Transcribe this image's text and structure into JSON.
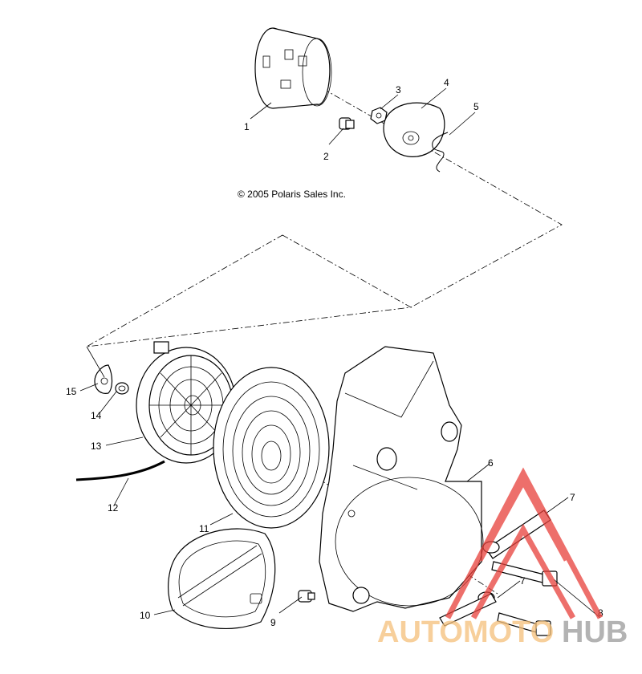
{
  "copyright": "© 2005 Polaris Sales Inc.",
  "callouts": [
    {
      "id": "1",
      "text": "1"
    },
    {
      "id": "2",
      "text": "2"
    },
    {
      "id": "3",
      "text": "3"
    },
    {
      "id": "4",
      "text": "4"
    },
    {
      "id": "5",
      "text": "5"
    },
    {
      "id": "6",
      "text": "6"
    },
    {
      "id": "7a",
      "text": "7"
    },
    {
      "id": "7b",
      "text": "7"
    },
    {
      "id": "8",
      "text": "8"
    },
    {
      "id": "9",
      "text": "9"
    },
    {
      "id": "10",
      "text": "10"
    },
    {
      "id": "11",
      "text": "11"
    },
    {
      "id": "12",
      "text": "12"
    },
    {
      "id": "13",
      "text": "13"
    },
    {
      "id": "14",
      "text": "14"
    },
    {
      "id": "15",
      "text": "15"
    }
  ],
  "watermark": {
    "text_auto": "AUTOMOTO",
    "text_hub": "HUB",
    "colors": {
      "auto": "#f5c07a",
      "hub": "#9a9a9a",
      "triangle": "#e8403a"
    }
  }
}
